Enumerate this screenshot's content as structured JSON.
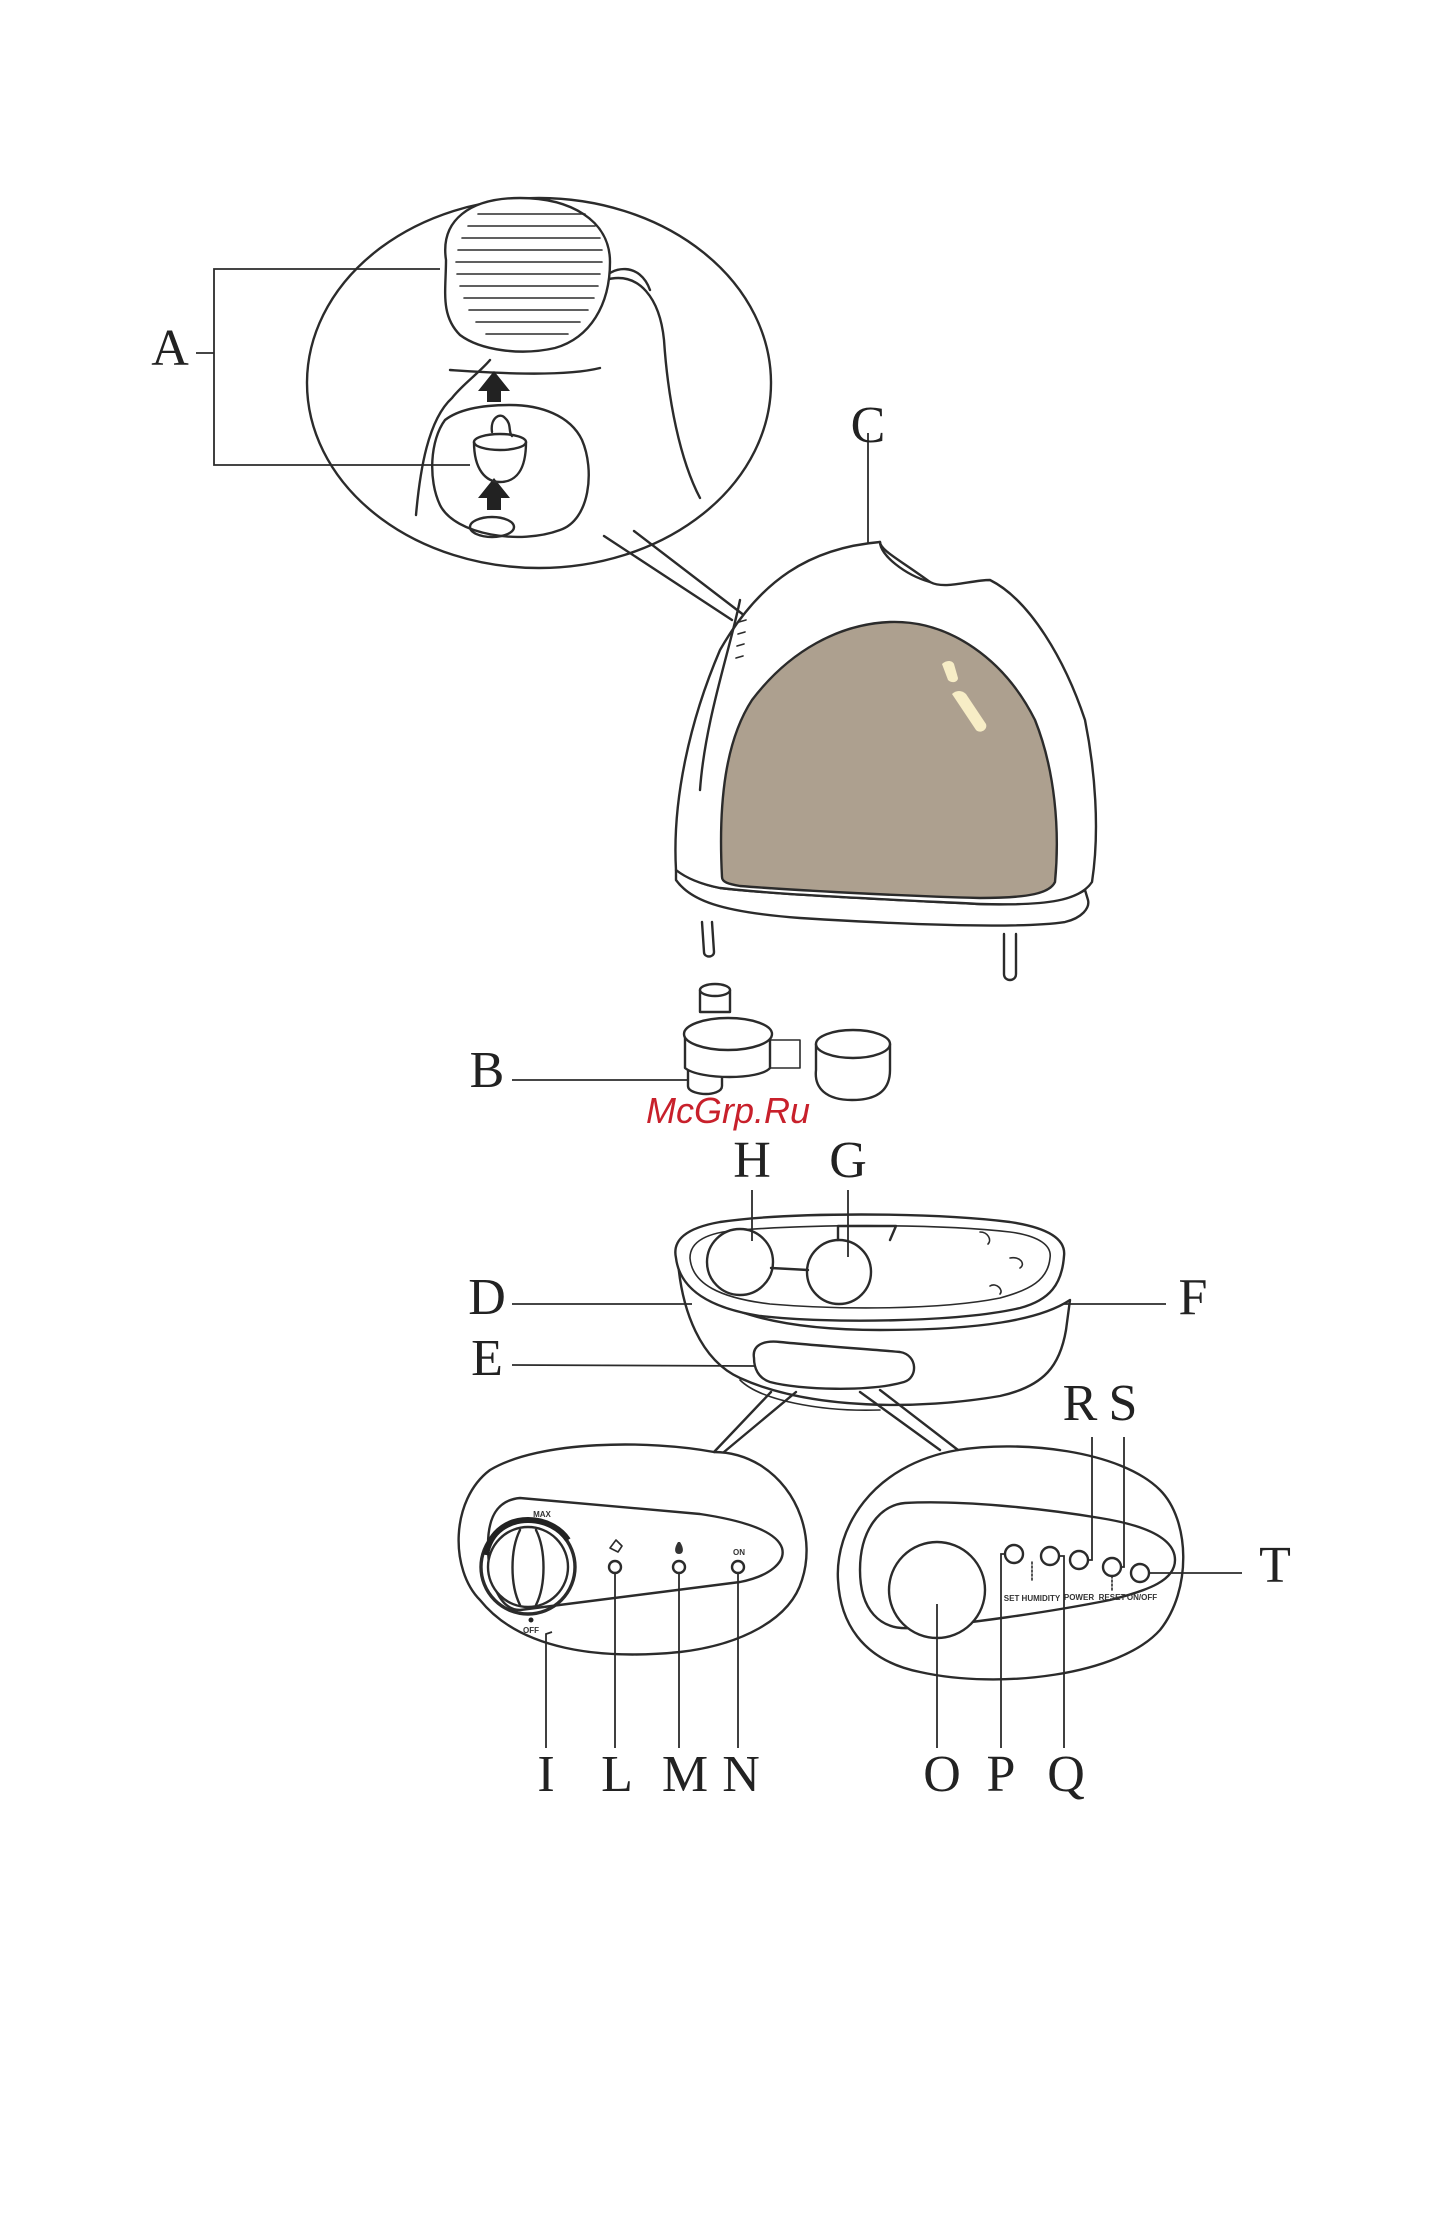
{
  "callouts": {
    "A": "A",
    "B": "B",
    "C": "C",
    "D": "D",
    "E": "E",
    "F": "F",
    "G": "G",
    "H": "H",
    "I": "I",
    "L": "L",
    "M": "M",
    "N": "N",
    "O": "O",
    "P": "P",
    "Q": "Q",
    "R": "R",
    "S": "S",
    "T": "T"
  },
  "left_panel": {
    "max": "MAX",
    "off": "OFF",
    "on": "ON"
  },
  "right_panel": {
    "set_humidity": "SET HUMIDITY",
    "power": "POWER",
    "reset": "RESET",
    "on_off": "ON/OFF"
  },
  "watermark": "McGrp.Ru",
  "colors": {
    "window": "#ada08f",
    "highlight": "#f7edc6",
    "line": "#2b2b2b",
    "watermark": "#c8202b"
  }
}
